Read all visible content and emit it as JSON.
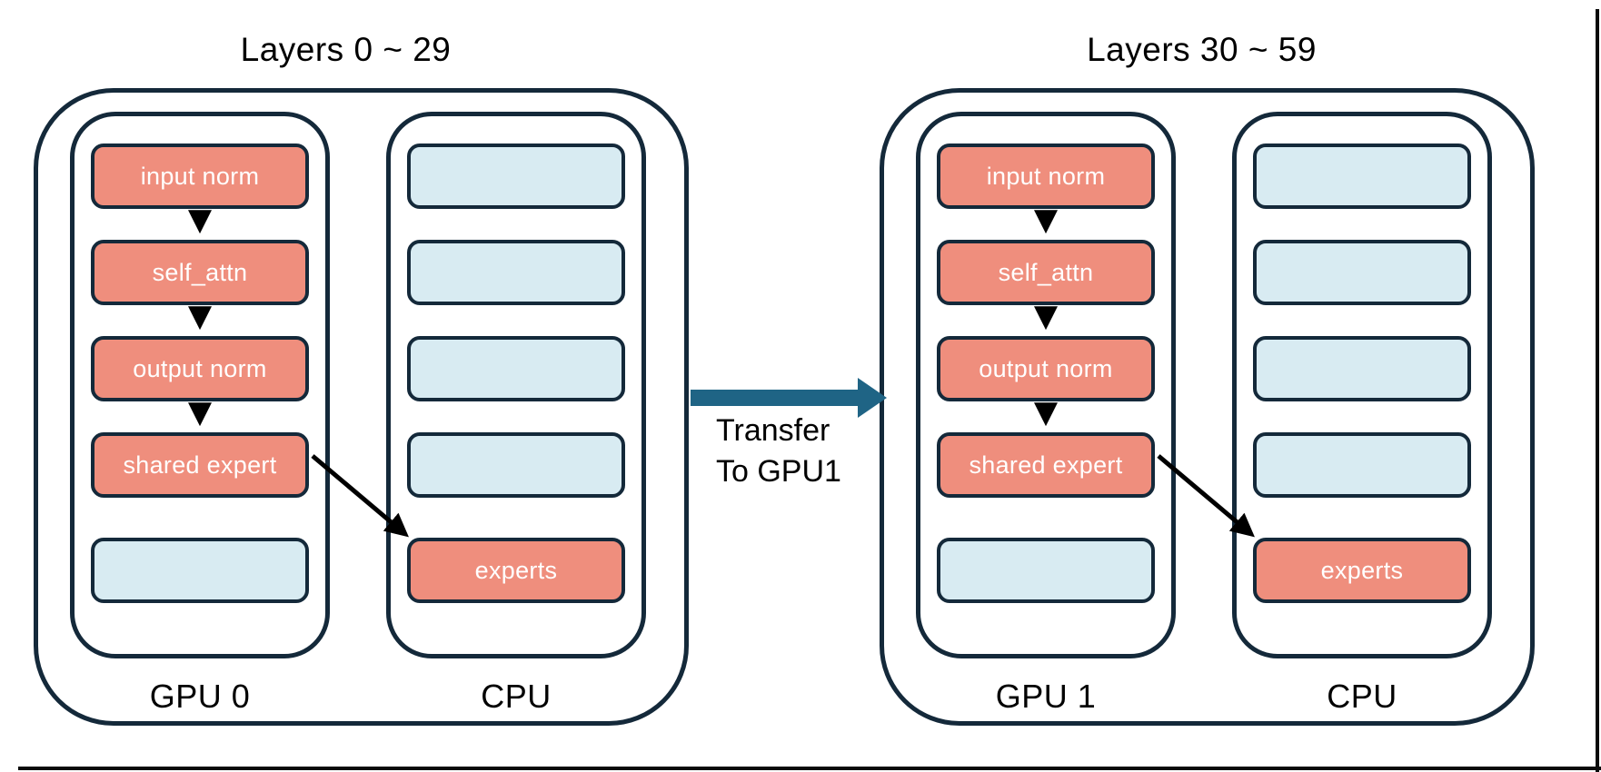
{
  "groups": [
    {
      "title": "Layers 0 ~ 29",
      "gpu_label": "GPU 0",
      "cpu_label": "CPU",
      "gpu_boxes": [
        "input norm",
        "self_attn",
        "output norm",
        "shared expert",
        ""
      ],
      "cpu_boxes": [
        "",
        "",
        "",
        "",
        "experts"
      ]
    },
    {
      "title": "Layers 30 ~ 59",
      "gpu_label": "GPU 1",
      "cpu_label": "CPU",
      "gpu_boxes": [
        "input norm",
        "self_attn",
        "output norm",
        "shared expert",
        ""
      ],
      "cpu_boxes": [
        "",
        "",
        "",
        "",
        "experts"
      ]
    }
  ],
  "transfer": {
    "line1": "Transfer",
    "line2": "To GPU1"
  },
  "colors": {
    "outline": "#14293A",
    "module_box": "#EF8E7D",
    "empty_box": "#D8EBF2",
    "transfer_arrow": "#1F6485",
    "flow_arrow": "#000000"
  }
}
